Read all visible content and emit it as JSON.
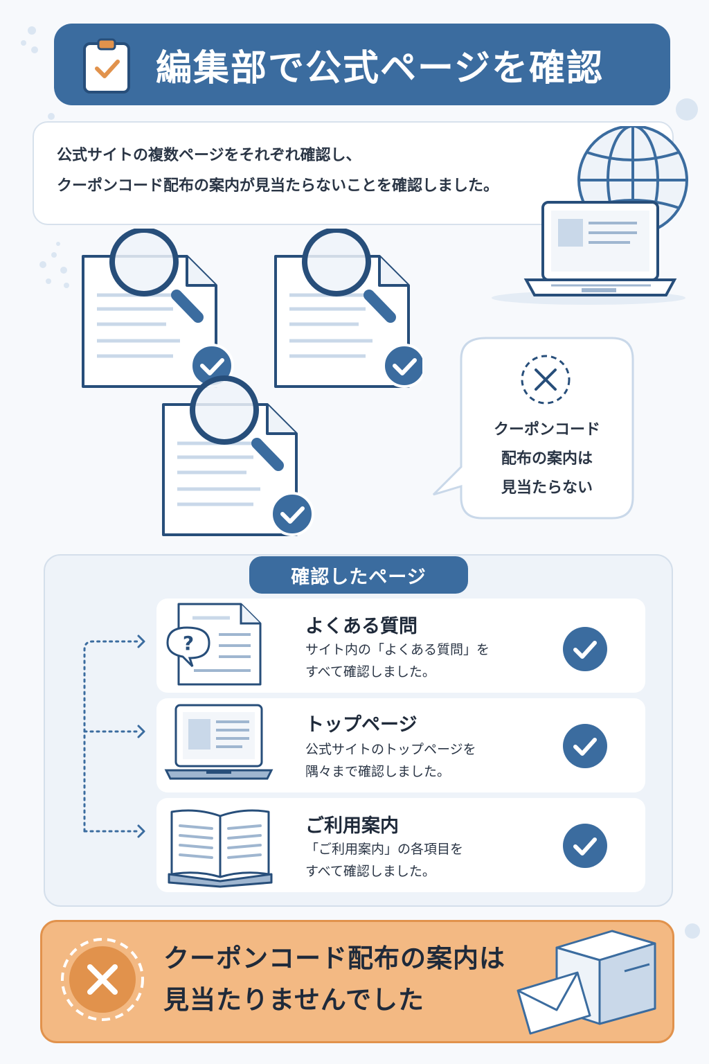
{
  "header": {
    "title": "編集部で公式ページを確認",
    "icon": "clipboard-check-icon"
  },
  "intro": {
    "line1": "公式サイトの複数ページをそれぞれ確認し、",
    "line2": "クーポンコード配布の案内が見当たらないことを確認しました。"
  },
  "bubble": {
    "icon": "dashed-x-icon",
    "line1": "クーポンコード",
    "line2": "配布の案内は",
    "line3": "見当たらない"
  },
  "checked_pages": {
    "label": "確認したページ",
    "items": [
      {
        "title": "よくある質問",
        "desc1": "サイト内の「よくある質問」を",
        "desc2": "すべて確認しました。",
        "icon": "faq-document-icon"
      },
      {
        "title": "トップページ",
        "desc1": "公式サイトのトップページを",
        "desc2": "隅々まで確認しました。",
        "icon": "laptop-icon"
      },
      {
        "title": "ご利用案内",
        "desc1": "「ご利用案内」の各項目を",
        "desc2": "すべて確認しました。",
        "icon": "open-book-icon"
      }
    ]
  },
  "footer": {
    "line1": "クーポンコード配布の案内は",
    "line2": "見当たりませんでした",
    "icon": "x-circle-icon"
  },
  "colors": {
    "primary": "#3b6c9f",
    "primary_dark": "#274e7a",
    "accent_orange": "#e1924c",
    "footer_bg": "#f3b983",
    "panel_bg": "#eef3f9"
  }
}
